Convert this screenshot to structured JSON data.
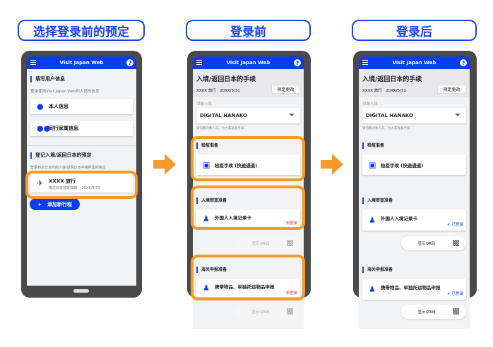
{
  "titles": [
    "选择登录前的预定",
    "登录前",
    "登录后"
  ],
  "app_title": "Visit Japan Web",
  "help": "?",
  "phone1": {
    "section1": "填写用户信息",
    "section1_sub": "登录使用Visit Japan Web的人员的信息",
    "card_self": "本人信息",
    "card_family": "同行家属信息",
    "section2": "登记入境/返回日本的预定",
    "section2_sub": "登录到达日本时的入境/返回日本手续所需的信息",
    "trip_name": "XXXX 旅行",
    "trip_date": "抵达日本预定日期： 20XX/5/31",
    "add_trip": "添加新行程",
    "add_icon": "+"
  },
  "procedure": {
    "title": "入境/返回日本的手续",
    "trip": "XXXX 旅行",
    "date": "20XX/5/31",
    "change": "预定更改",
    "target_label": "对象人员",
    "target_value": "DIGITAL HANAKO",
    "target_note": "请切换对象人员，为大家准备手续",
    "quarantine": "检疫准备",
    "quarantine_card": "检疫手续 (快速通道)",
    "immigration": "入境审查准备",
    "immigration_card": "外国人入境记录卡",
    "customs": "海关申报准备",
    "customs_card": "携带物品、单独托运物品申报",
    "show_qr": "显示QR码",
    "status_before": "未登录",
    "status_after": "已登录"
  },
  "colors": {
    "brand": "#0a3cf0",
    "highlight": "#f79a2b",
    "unregistered": "#e53935"
  }
}
